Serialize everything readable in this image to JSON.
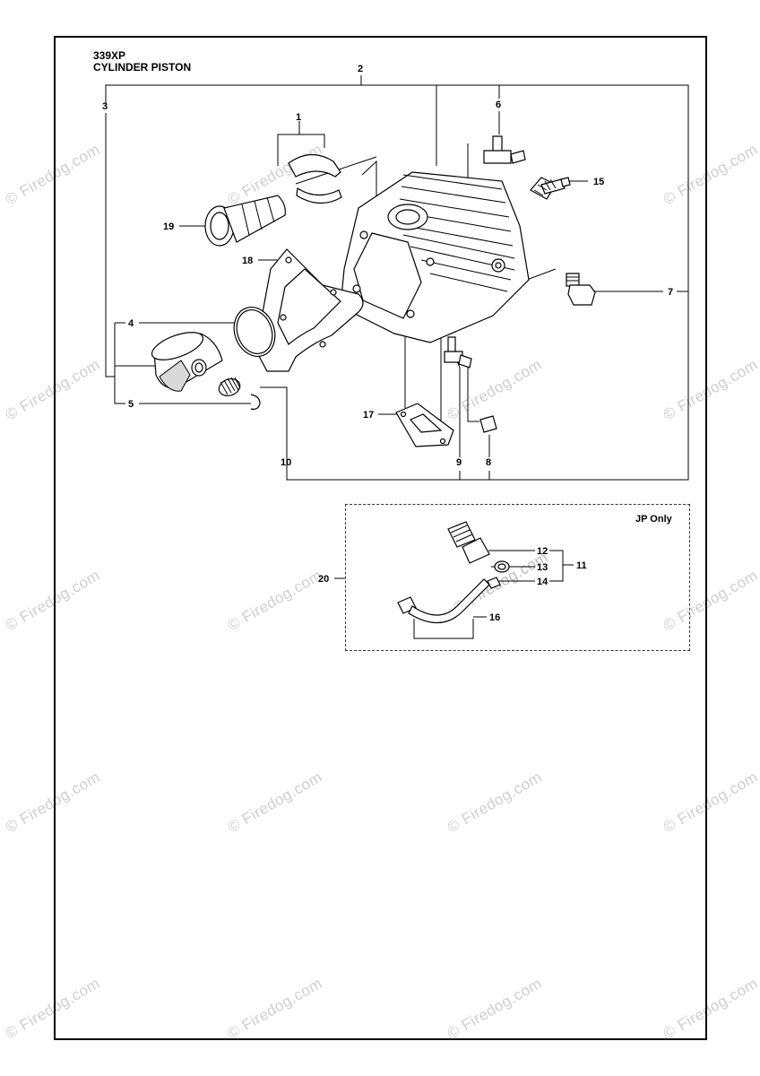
{
  "header": {
    "model": "339XP",
    "section": "CYLINDER PISTON"
  },
  "jp_label": "JP Only",
  "watermark": "© Firedog.com",
  "callouts": [
    "1",
    "2",
    "3",
    "4",
    "5",
    "6",
    "7",
    "8",
    "9",
    "10",
    "11",
    "12",
    "13",
    "14",
    "15",
    "16",
    "17",
    "18",
    "19",
    "20"
  ]
}
